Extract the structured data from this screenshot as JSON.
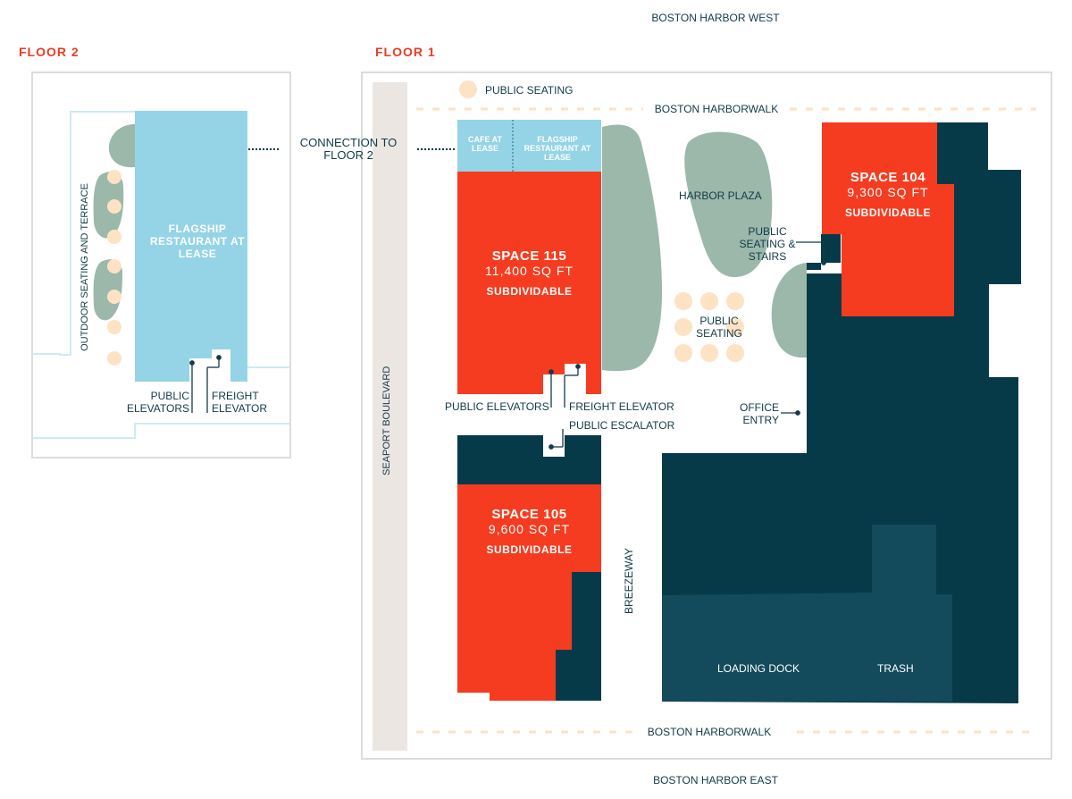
{
  "compass": {
    "north": "BOSTON HARBOR WEST",
    "south": "BOSTON HARBOR EAST"
  },
  "floor2": {
    "heading": "FLOOR 2",
    "restaurant": "FLAGSHIP RESTAURANT AT LEASE",
    "terrace": "OUTDOOR SEATING AND TERRACE",
    "public_elevators": "PUBLIC ELEVATORS",
    "freight_elevator": "FREIGHT ELEVATOR"
  },
  "connection": "CONNECTION TO FLOOR 2",
  "floor1": {
    "heading": "FLOOR 1",
    "street": "SEAPORT BOULEVARD",
    "harborwalk_north": "BOSTON HARBORWALK",
    "harborwalk_south": "BOSTON HARBORWALK",
    "public_seating_top": "PUBLIC SEATING",
    "cafe": "CAFE AT LEASE",
    "flagship": "FLAGSHIP RESTAURANT AT LEASE",
    "space115": {
      "title": "SPACE 115",
      "size": "11,400 SQ FT",
      "note": "SUBDIVIDABLE"
    },
    "space104": {
      "title": "SPACE 104",
      "size": "9,300 SQ FT",
      "note": "SUBDIVIDABLE"
    },
    "space105": {
      "title": "SPACE 105",
      "size": "9,600 SQ FT",
      "note": "SUBDIVIDABLE"
    },
    "harbor_plaza": "HARBOR PLAZA",
    "public_seating_stairs": "PUBLIC SEATING & STAIRS",
    "public_seating_mid": "PUBLIC SEATING",
    "office_entry": "OFFICE ENTRY",
    "public_elevators": "PUBLIC ELEVATORS",
    "freight_elevator": "FREIGHT ELEVATOR",
    "public_escalator": "PUBLIC ESCALATOR",
    "breezeway": "BREEZEWAY",
    "loading_dock": "LOADING DOCK",
    "trash": "TRASH"
  },
  "colors": {
    "leasable": "#f53c20",
    "restaurant": "#94d4e6",
    "building": "#073a48",
    "service": "#134a5c",
    "landscape": "#9cb8aa",
    "seating": "#fde2c4",
    "street": "#ece6e2",
    "outline": "#dcdcdc"
  }
}
